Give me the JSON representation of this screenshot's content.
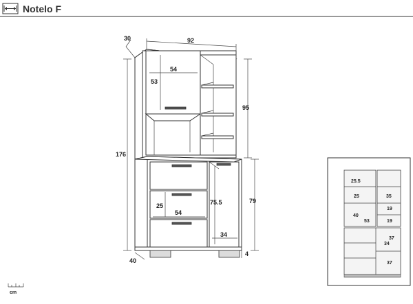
{
  "header": {
    "title": "Notelo F",
    "width_icon": "width-arrows-icon"
  },
  "main_view": {
    "dimensions": {
      "depth_top": "30",
      "width": "92",
      "height_top": "95",
      "height_total": "176",
      "height_bottom": "79",
      "depth_bottom": "40",
      "leg": "4",
      "door_top_width": "54",
      "door_top_height": "53",
      "drawer_height": "25",
      "drawer_width": "54",
      "inner_height": "75.5",
      "door_bottom_width": "34"
    }
  },
  "inset_view": {
    "dimensions": {
      "top_left_shelf": "25.5",
      "left_mid": "25",
      "right_top": "35",
      "right_shelf_a": "19",
      "left_low": "40",
      "inner_width": "53",
      "right_shelf_b": "19",
      "bottom_right_a": "37",
      "bottom_right_w": "34",
      "bottom_right_b": "37"
    }
  },
  "scale": {
    "unit": "cm"
  }
}
